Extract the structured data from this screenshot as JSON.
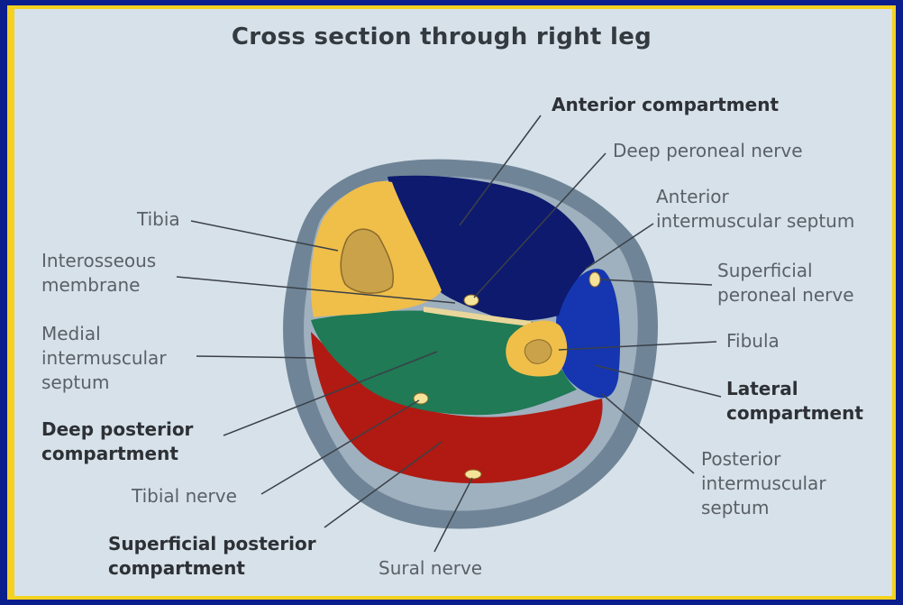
{
  "title": "Cross section through right leg",
  "labels": {
    "anterior_compartment": "Anterior compartment",
    "deep_peroneal_nerve": "Deep peroneal nerve",
    "anterior_intermuscular_septum": "Anterior\nintermuscular septum",
    "superficial_peroneal_nerve": "Superficial\nperoneal nerve",
    "fibula": "Fibula",
    "lateral_compartment": "Lateral\ncompartment",
    "posterior_intermuscular_septum": "Posterior\nintermuscular\nseptum",
    "sural_nerve": "Sural nerve",
    "superficial_posterior_compartment": "Superficial posterior\ncompartment",
    "tibial_nerve": "Tibial nerve",
    "deep_posterior_compartment": "Deep posterior\ncompartment",
    "medial_intermuscular_septum": "Medial\nintermuscular\nseptum",
    "interosseous_membrane": "Interosseous\nmembrane",
    "tibia": "Tibia"
  },
  "colors": {
    "background_border": "#0a1e8c",
    "frame_accent": "#f4d21f",
    "skin_ring": "#6f8597",
    "inner_ring": "#c9d4dd",
    "anterior": "#0d1a6e",
    "lateral": "#1536b0",
    "deep_posterior": "#1f7a55",
    "superficial_posterior": "#b01a12",
    "bone": "#efbf4a",
    "nerve": "#f5e39a"
  }
}
